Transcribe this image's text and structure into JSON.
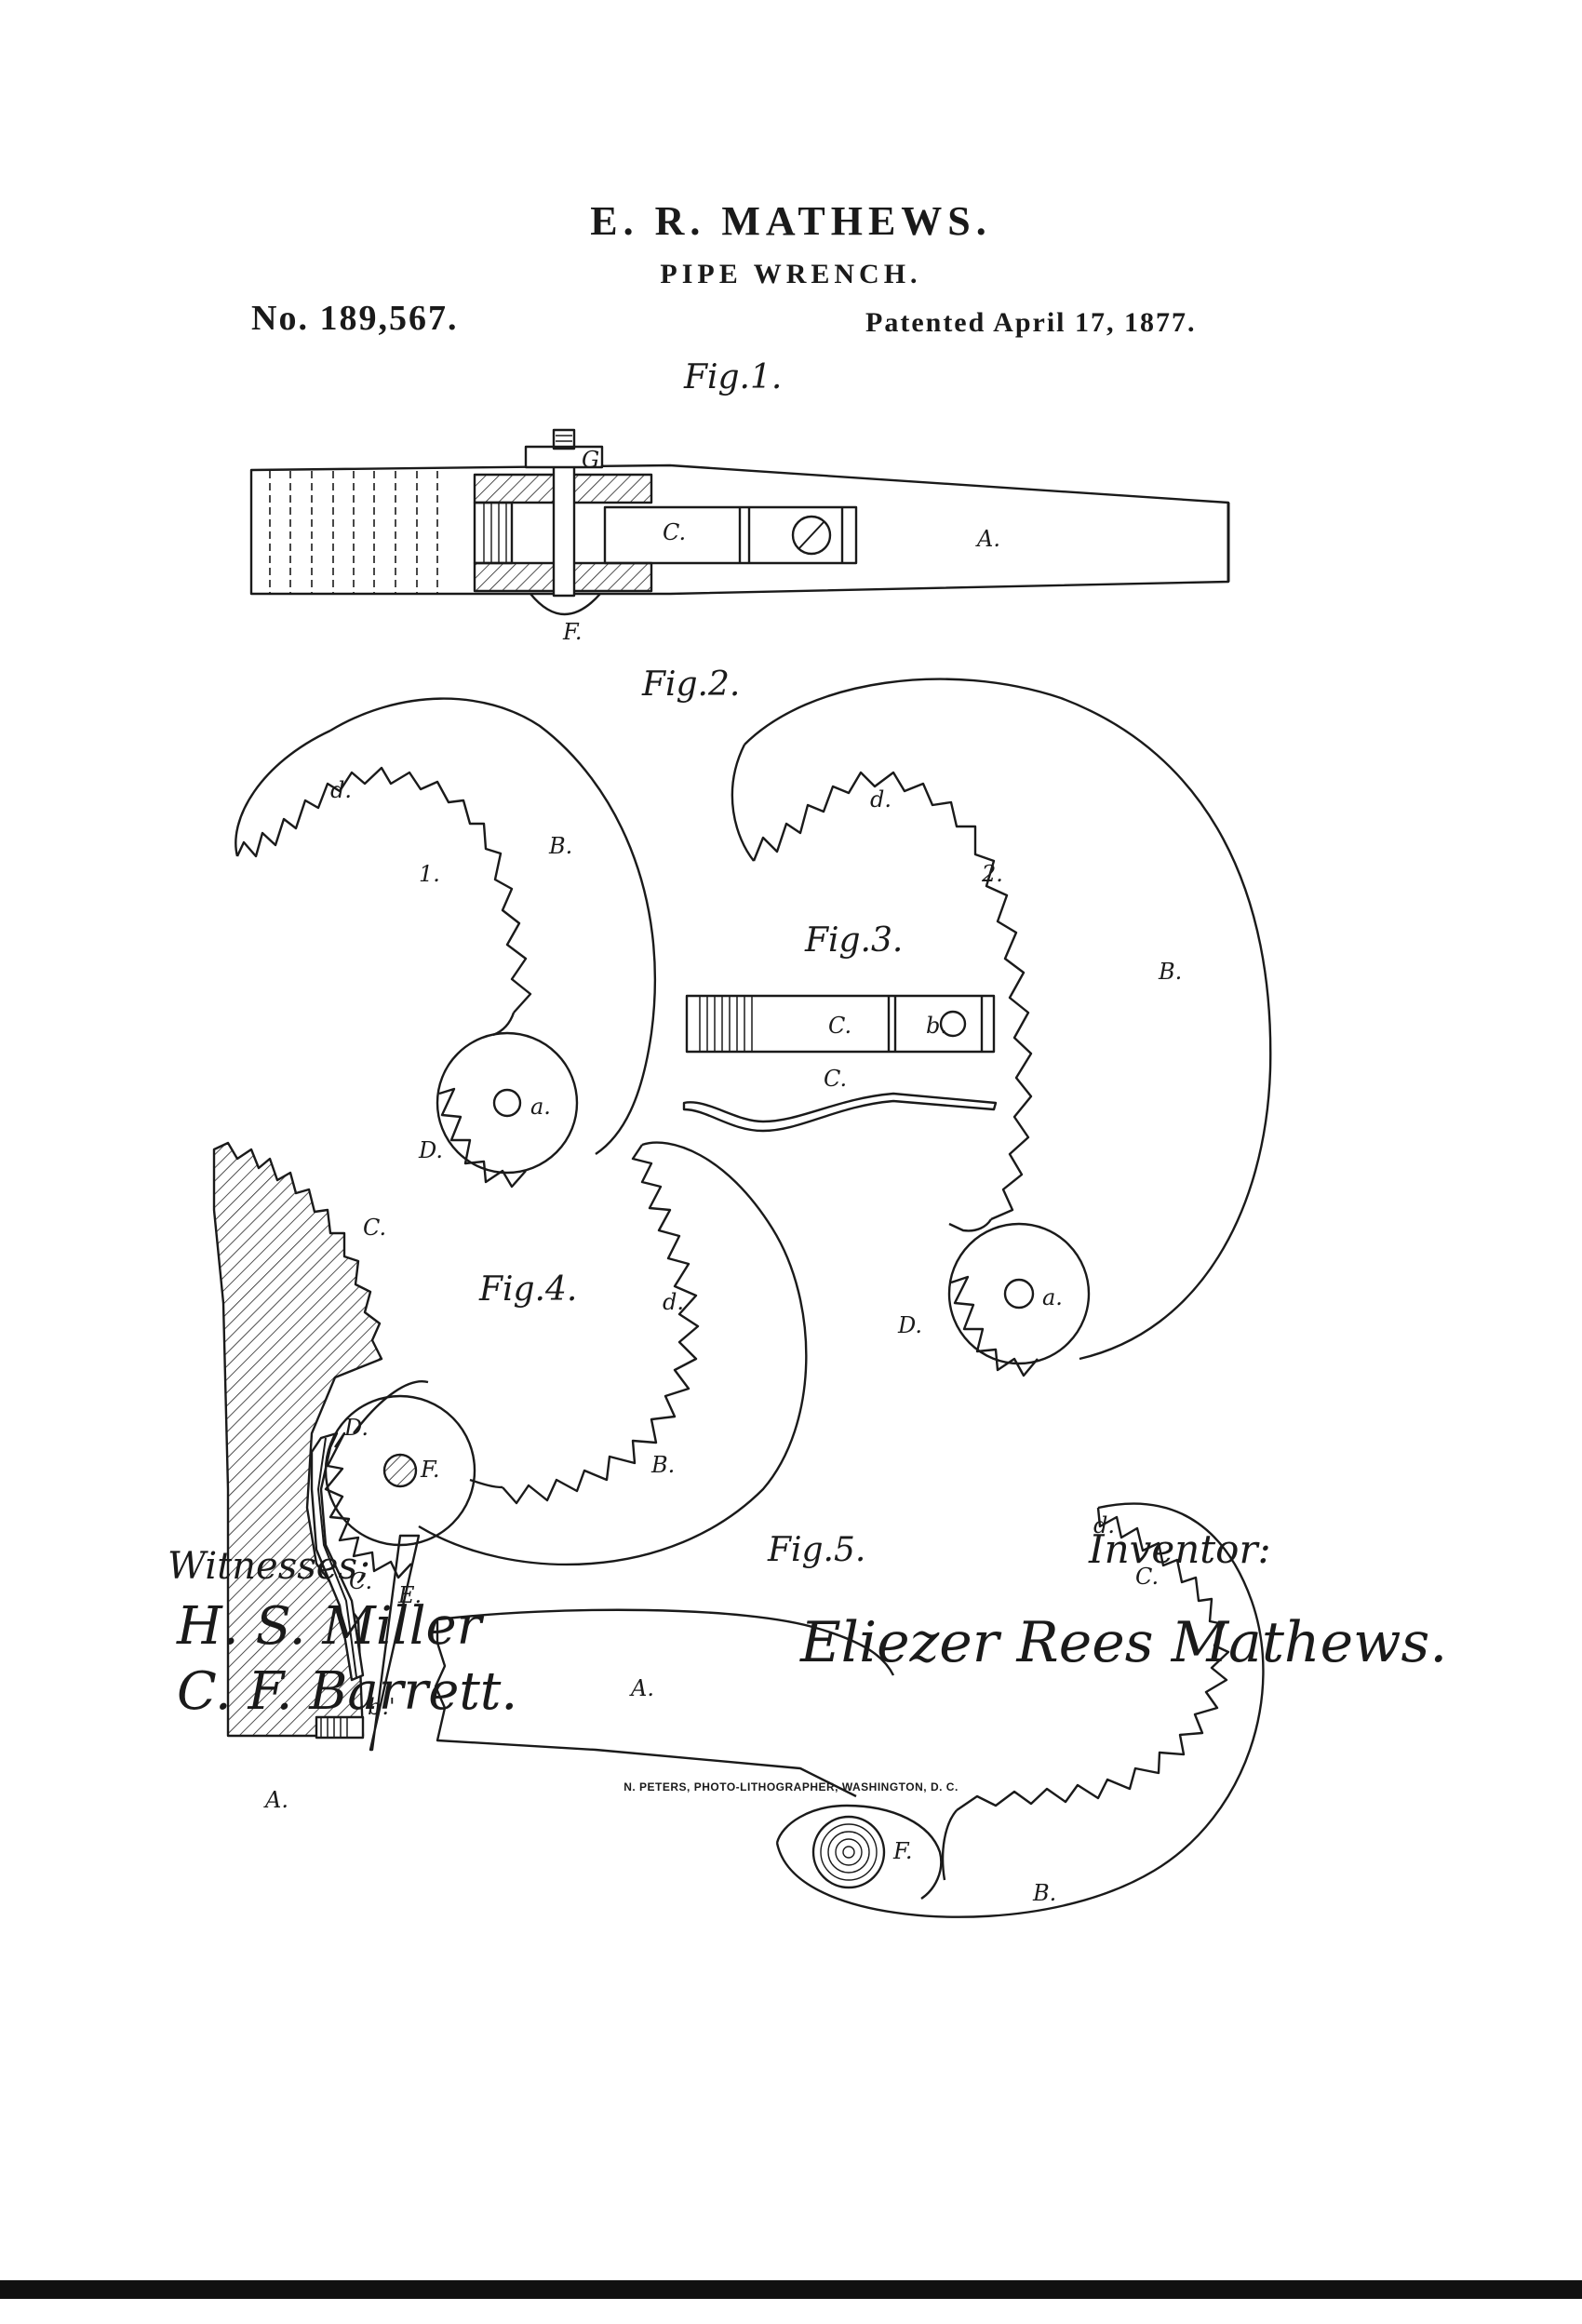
{
  "header": {
    "inventor_name": "E. R. MATHEWS.",
    "title": "PIPE WRENCH.",
    "patent_number": "No. 189,567.",
    "patent_date": "Patented April 17, 1877."
  },
  "figures": {
    "fig1": "Fig.1.",
    "fig2": "Fig.2.",
    "fig3": "Fig.3.",
    "fig4": "Fig.4.",
    "fig5": "Fig.5."
  },
  "part_labels": {
    "g": "G.",
    "c": "C.",
    "a_cap": "A.",
    "f": "F.",
    "d_small": "d.",
    "b_cap": "B.",
    "one": "1.",
    "two": "2.",
    "a_small": "a.",
    "d_cap": "D.",
    "b_small": "b.",
    "e_cap": "E.",
    "b_prime": "b.'"
  },
  "signatures": {
    "witnesses_label": "Witnesses;",
    "witness_1": "H. S. Miller",
    "witness_2": "C. F. Barrett.",
    "inventor_label": "Inventor:",
    "inventor_signature": "Eliezer Rees Mathews."
  },
  "footer": {
    "lithographer": "N. PETERS, PHOTO-LITHOGRAPHER, WASHINGTON, D. C."
  }
}
